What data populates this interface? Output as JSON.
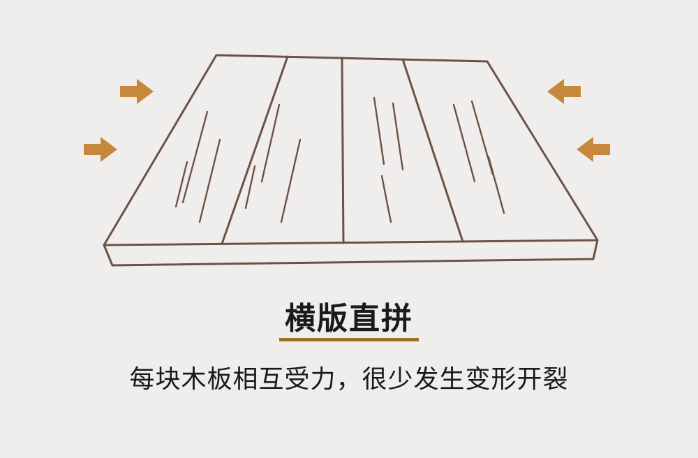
{
  "page": {
    "background_color": "#efeeec"
  },
  "diagram": {
    "label": "horizontal-plank-panel-with-inward-pressure-arrows",
    "outline_color": "#6e5145",
    "arrow_color": "#c5883c",
    "plank_count": 4
  },
  "title": {
    "text": "横版直拼",
    "text_color": "#1a1a1a",
    "underline_color": "#9c7320"
  },
  "subtitle": {
    "text": "每块木板相互受力，很少发生变形开裂",
    "text_color": "#1a1a1a"
  }
}
